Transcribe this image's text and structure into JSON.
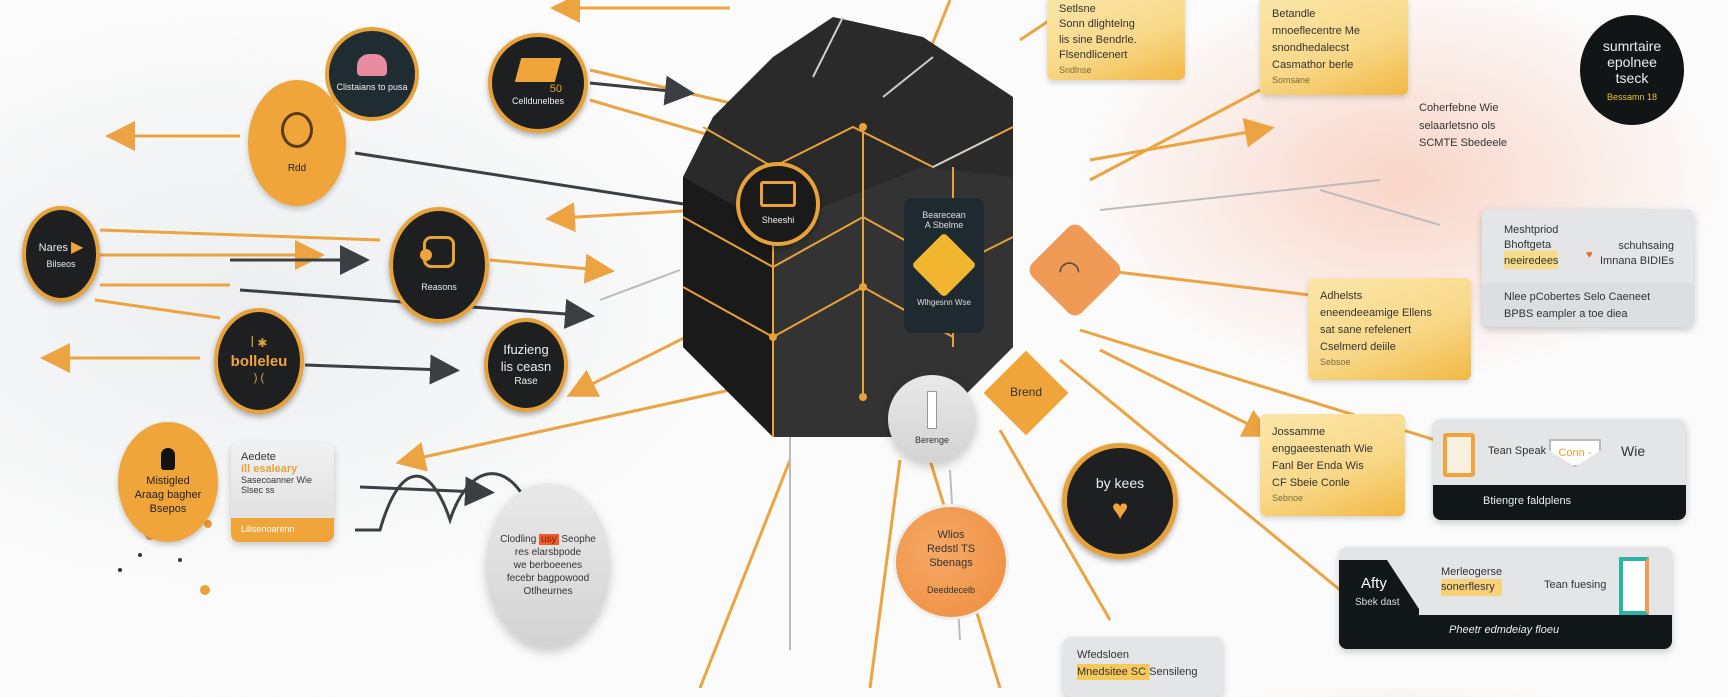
{
  "colors": {
    "accent": "#e8a23a",
    "dark": "#1d1f21",
    "peach": "#ee8d3c",
    "background": "#fbfbfb"
  },
  "left_nodes": [
    {
      "label": "Clistaians to pusa",
      "icon": "person-icon"
    },
    {
      "label": "Celldunelbes",
      "tag": "50",
      "icon": "folder-icon"
    },
    {
      "label": "Rdd",
      "icon": "head-profile-icon"
    },
    {
      "label": "Nares",
      "sub": "Bilseos",
      "icon": "play-icon"
    },
    {
      "label": "Reasons",
      "icon": "gears-icon"
    },
    {
      "label": "bolleleu",
      "icon": "figure-icon"
    },
    {
      "lines": [
        "Ifuzieng",
        "lis ceasn",
        "Rase"
      ]
    },
    {
      "lines": [
        "Mistigled",
        "Araag bagher",
        "Bsepos"
      ],
      "icon": "user-icon"
    }
  ],
  "left_card": {
    "lines": [
      "Aedete",
      "ill esaleary",
      "Sasecoanner Wie",
      "Slsec ss"
    ],
    "footer": "Lilisenoarenn"
  },
  "grey_bubble": {
    "lines": [
      "Clodling",
      "usy",
      "Seophe",
      "res elarsbpode",
      "we berboeenes",
      "fecebr bagpowood",
      "Otlheurnes"
    ]
  },
  "cube": {
    "circle_label": "Sheeshi",
    "panel_lines": [
      "Bearecean",
      "A Sbelme"
    ],
    "panel_footer": "Wlhgesnn Wse",
    "diamond_label": "Brend",
    "grey_label": "Berenge"
  },
  "right_items": {
    "top_card_1": {
      "lines": [
        "Setlsne",
        "Sonn dlightelng",
        "lis sine Bendrle.",
        "Flsendlicenert"
      ],
      "small": "Sndlnse"
    },
    "top_card_2": {
      "lines": [
        "Betandle",
        "mnoeflecentre Me",
        "snondhedalecst",
        "Casmathor berle"
      ],
      "small": "Somsane"
    },
    "badge": {
      "lines": [
        "sumrtaire",
        "epolnee",
        "tseck"
      ],
      "small": "Bessamn 18"
    },
    "floating_text": [
      "Coherfebne Wie",
      "selaarletsno ols",
      "SCMTE Sbedeele"
    ],
    "grey_card": {
      "left": [
        "Meshtpriod",
        "Bhoftgeta",
        "neeiredees"
      ],
      "right": [
        "schuhsaing",
        "Imnana BIDIEs"
      ],
      "bottom": [
        "Nlee pCobertes Selo Caeneet",
        "BPBS eampler a toe diea"
      ]
    },
    "card_adhelsts": {
      "lines": [
        "Adhelsts",
        "eneendeeamige Ellens",
        "sat sane refelenert",
        "Cselmerd deiile"
      ],
      "small": "Sebsoe"
    },
    "card_jossamme": {
      "lines": [
        "Jossamme",
        "enggaeestenath Wie",
        "Fanl Ber Enda Wis",
        "CF Sbeie Conle"
      ],
      "small": "Sebnoe"
    },
    "card_tean": {
      "left": "Tean Speak",
      "badge": "Conn -",
      "right": "Wie",
      "footer": "Btiengre faldplens"
    },
    "card_afty": {
      "title": "Afty",
      "subtitle": "Sbek dast",
      "mid": [
        "Merleogerse",
        "sonerflesry"
      ],
      "right": "Tean fuesing",
      "footer": "Pheetr edmdeiay floeu"
    },
    "circle_kees": {
      "label": "by kees",
      "icon": "heart-icon"
    },
    "circle_wlios": {
      "lines": [
        "Wlios",
        "Redstl TS",
        "Sbenags"
      ],
      "small": "Deeddecelb"
    },
    "bottom_card": {
      "lines": [
        "Wfedsloen",
        "Mnedsitee SC Sensileng"
      ]
    }
  }
}
